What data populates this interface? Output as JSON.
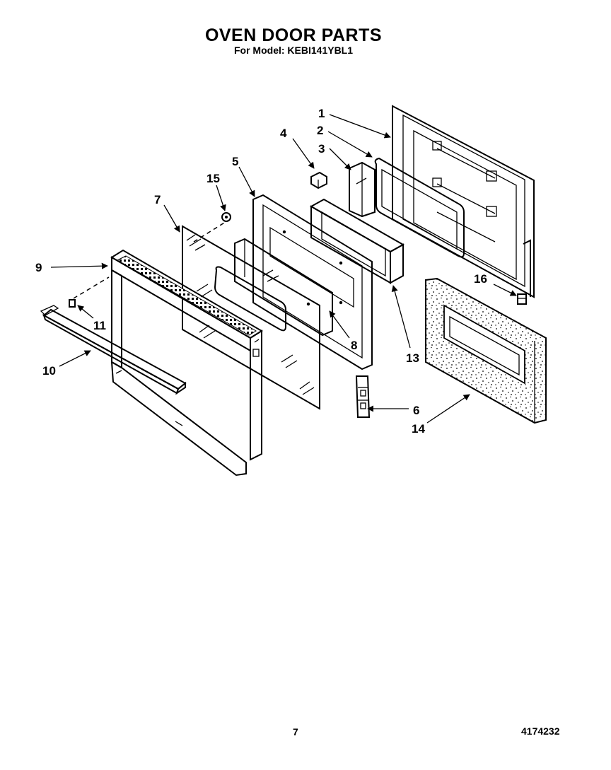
{
  "title": "OVEN DOOR PARTS",
  "subtitle": "For Model: KEBI141YBL1",
  "callouts": {
    "p1": "1",
    "p2": "2",
    "p3": "3",
    "p4": "4",
    "p5": "5",
    "p6": "6",
    "p7": "7",
    "p8": "8",
    "p9": "9",
    "p10": "10",
    "p11": "11",
    "p13": "13",
    "p14": "14",
    "p15": "15",
    "p16": "16"
  },
  "footer": {
    "page": "7",
    "doc": "4174232"
  }
}
